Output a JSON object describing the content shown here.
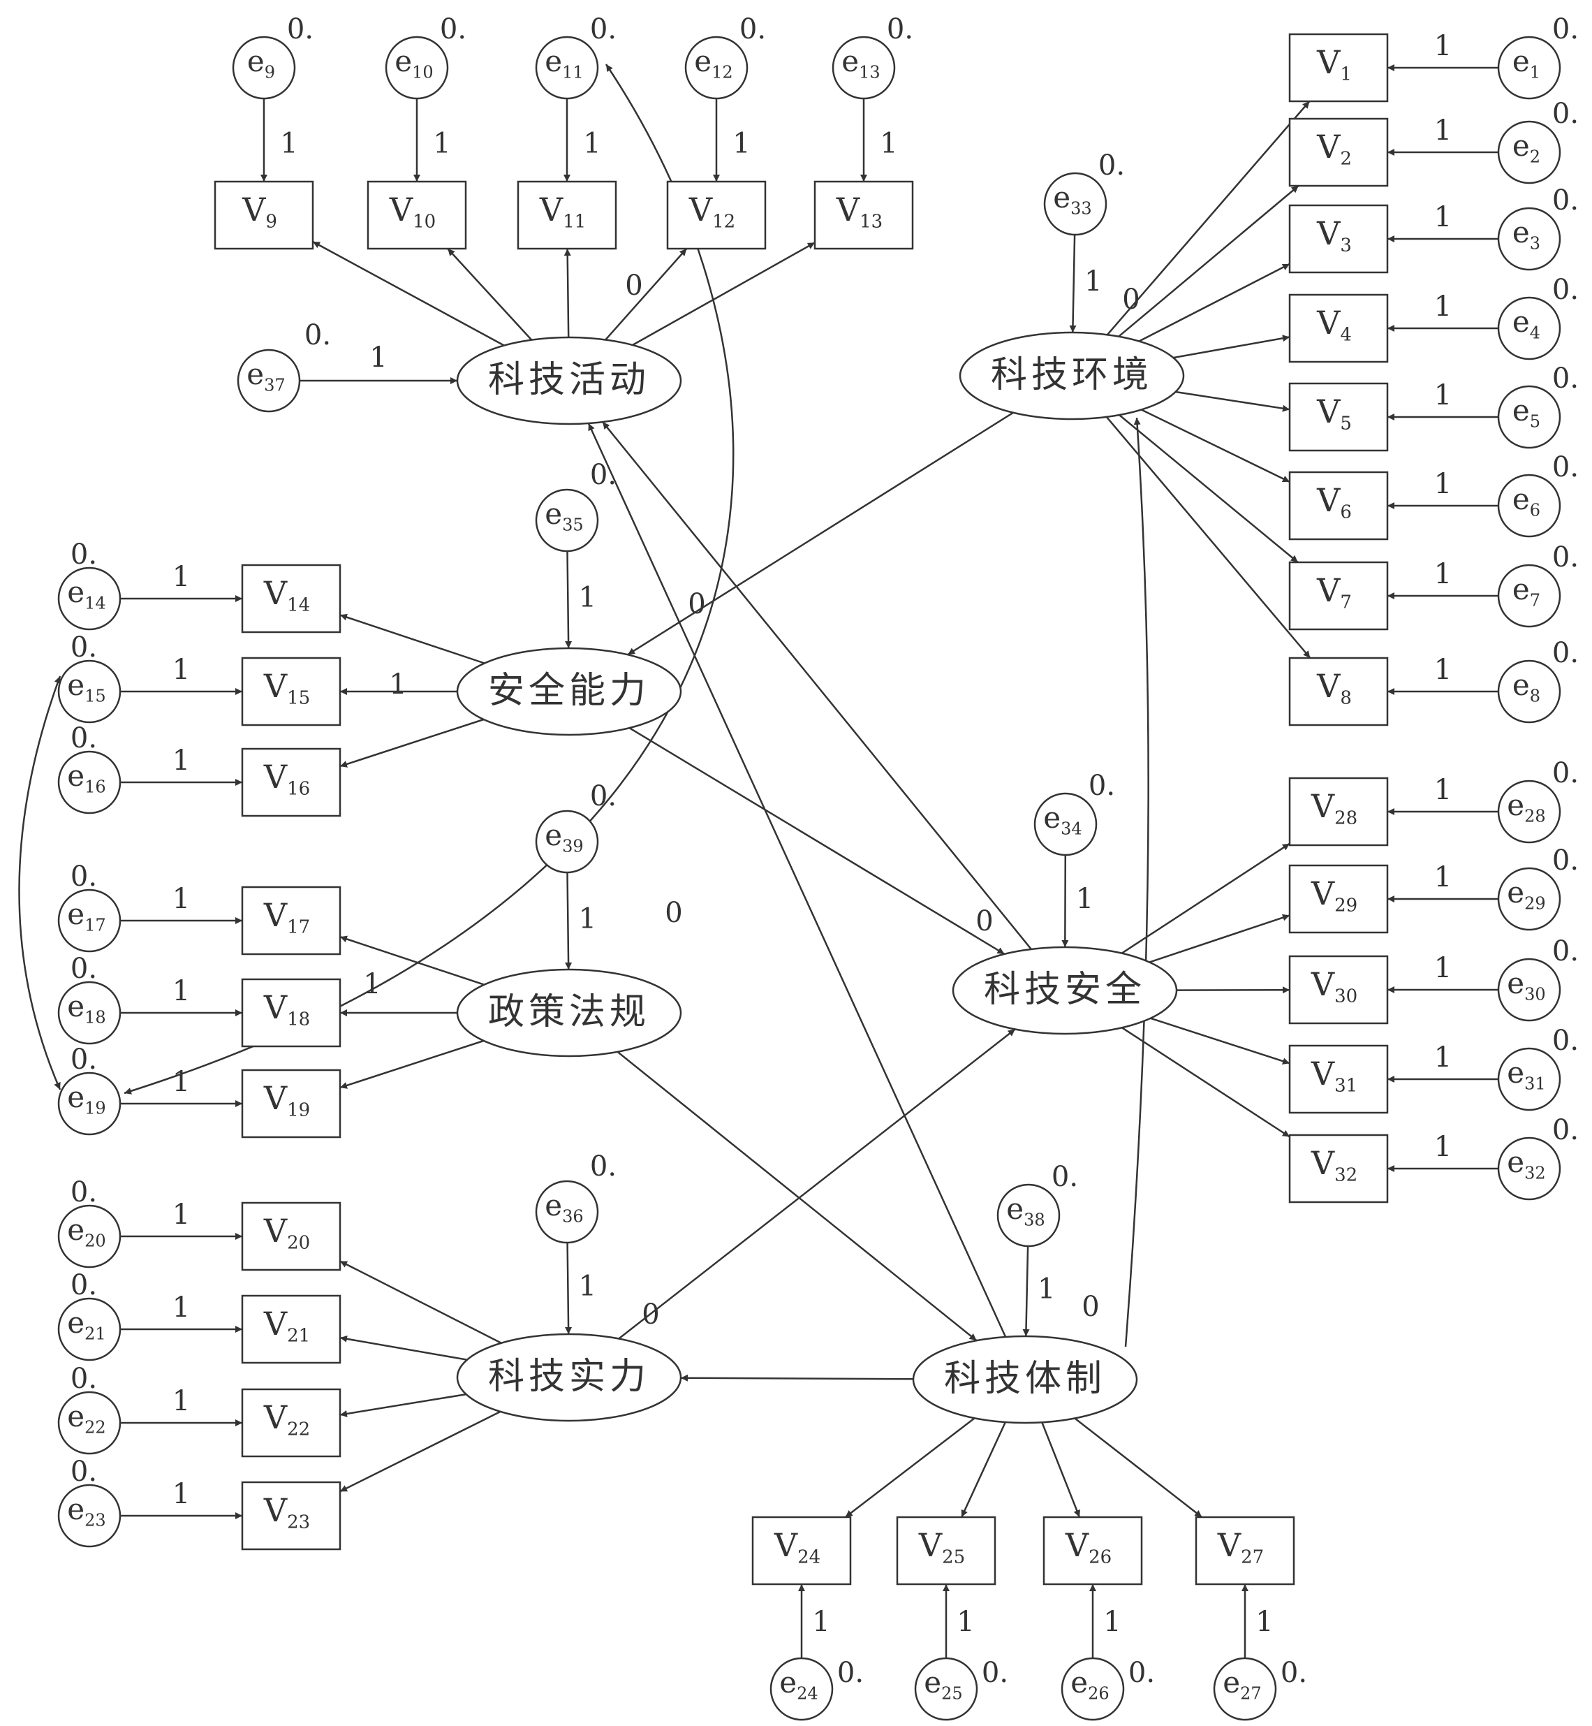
{
  "latents": [
    {
      "id": "keji_huodong",
      "label": "科技活动"
    },
    {
      "id": "keji_huanjing",
      "label": "科技环境"
    },
    {
      "id": "anquan_nengli",
      "label": "安全能力"
    },
    {
      "id": "zhengce_fagui",
      "label": "政策法规"
    },
    {
      "id": "keji_anquan",
      "label": "科技安全"
    },
    {
      "id": "keji_shili",
      "label": "科技实力"
    },
    {
      "id": "keji_tizhi",
      "label": "科技体制"
    }
  ],
  "observed": [
    "V1",
    "V2",
    "V3",
    "V4",
    "V5",
    "V6",
    "V7",
    "V8",
    "V9",
    "V10",
    "V11",
    "V12",
    "V13",
    "V14",
    "V15",
    "V16",
    "V17",
    "V18",
    "V19",
    "V20",
    "V21",
    "V22",
    "V23",
    "V24",
    "V25",
    "V26",
    "V27",
    "V28",
    "V29",
    "V30",
    "V31",
    "V32"
  ],
  "errors": [
    "e1",
    "e2",
    "e3",
    "e4",
    "e5",
    "e6",
    "e7",
    "e8",
    "e9",
    "e10",
    "e11",
    "e12",
    "e13",
    "e14",
    "e15",
    "e16",
    "e17",
    "e18",
    "e19",
    "e20",
    "e21",
    "e22",
    "e23",
    "e24",
    "e25",
    "e26",
    "e27",
    "e28",
    "e29",
    "e30",
    "e31",
    "e32",
    "e33",
    "e34",
    "e35",
    "e36",
    "e37",
    "e38",
    "e39"
  ],
  "labels": {
    "fixed_loading": "1",
    "variance": "0.",
    "path_estimate": "0"
  }
}
